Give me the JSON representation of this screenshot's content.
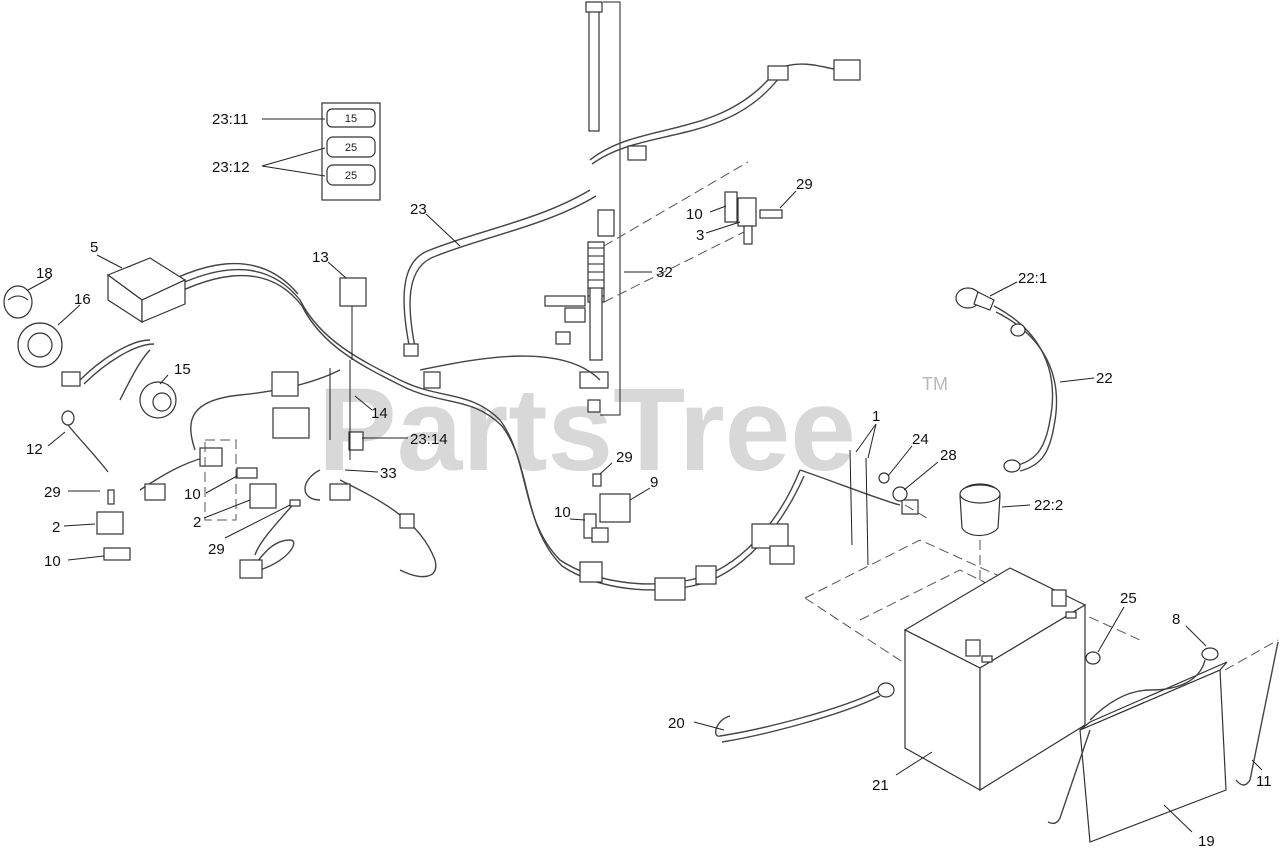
{
  "watermark": {
    "text": "PartsTree",
    "tm": "TM"
  },
  "fuses": [
    "15",
    "25",
    "25"
  ],
  "callouts": [
    {
      "id": "c-23-11",
      "text": "23:11"
    },
    {
      "id": "c-23-12",
      "text": "23:12"
    },
    {
      "id": "c-5",
      "text": "5"
    },
    {
      "id": "c-18",
      "text": "18"
    },
    {
      "id": "c-16",
      "text": "16"
    },
    {
      "id": "c-15",
      "text": "15"
    },
    {
      "id": "c-13",
      "text": "13"
    },
    {
      "id": "c-14",
      "text": "14"
    },
    {
      "id": "c-23-14",
      "text": "23:14"
    },
    {
      "id": "c-33",
      "text": "33"
    },
    {
      "id": "c-12",
      "text": "12"
    },
    {
      "id": "c-29a",
      "text": "29"
    },
    {
      "id": "c-2a",
      "text": "2"
    },
    {
      "id": "c-10a",
      "text": "10"
    },
    {
      "id": "c-10b",
      "text": "10"
    },
    {
      "id": "c-2b",
      "text": "2"
    },
    {
      "id": "c-29b",
      "text": "29"
    },
    {
      "id": "c-23",
      "text": "23"
    },
    {
      "id": "c-32",
      "text": "32"
    },
    {
      "id": "c-10c",
      "text": "10"
    },
    {
      "id": "c-3",
      "text": "3"
    },
    {
      "id": "c-29c",
      "text": "29"
    },
    {
      "id": "c-29d",
      "text": "29"
    },
    {
      "id": "c-9",
      "text": "9"
    },
    {
      "id": "c-10d",
      "text": "10"
    },
    {
      "id": "c-1",
      "text": "1"
    },
    {
      "id": "c-24",
      "text": "24"
    },
    {
      "id": "c-28",
      "text": "28"
    },
    {
      "id": "c-22-1",
      "text": "22:1"
    },
    {
      "id": "c-22",
      "text": "22"
    },
    {
      "id": "c-22-2",
      "text": "22:2"
    },
    {
      "id": "c-25",
      "text": "25"
    },
    {
      "id": "c-8",
      "text": "8"
    },
    {
      "id": "c-20",
      "text": "20"
    },
    {
      "id": "c-21",
      "text": "21"
    },
    {
      "id": "c-19",
      "text": "19"
    },
    {
      "id": "c-11",
      "text": "11"
    }
  ]
}
